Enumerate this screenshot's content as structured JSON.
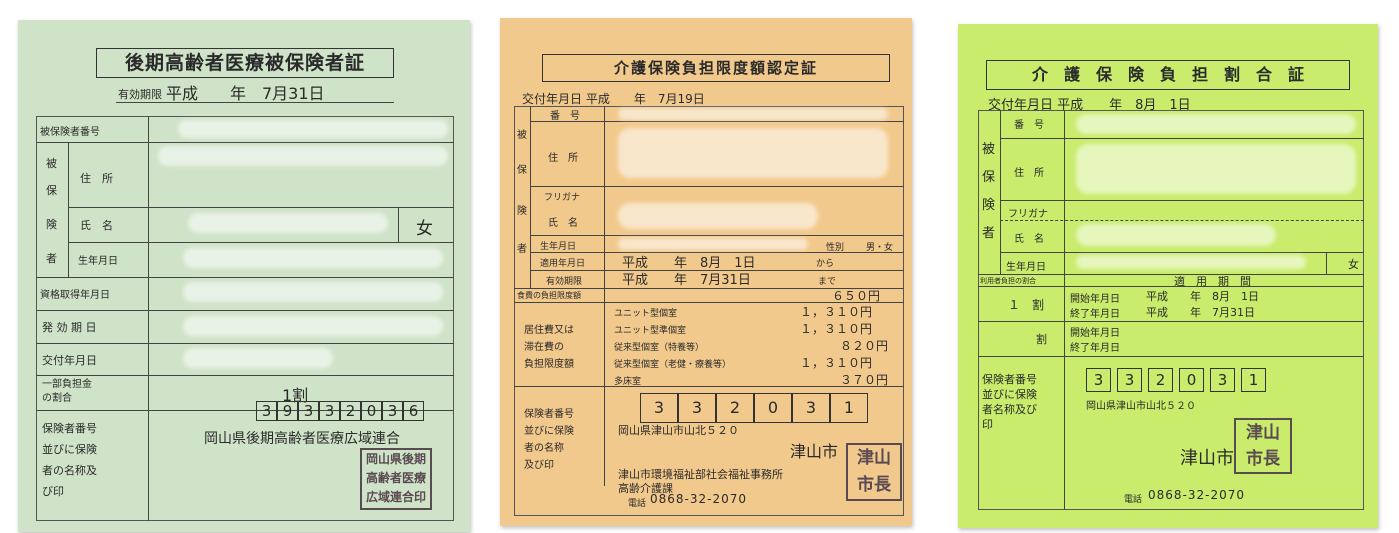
{
  "card1": {
    "title": "後期高齢者医療被保険者証",
    "expiry_label": "有効期限",
    "expiry_value": "平成　　年　7月31日",
    "rows": {
      "insured_number": "被保険者番号",
      "side": [
        "被",
        "保",
        "険",
        "者"
      ],
      "address": "住　所",
      "name": "氏　名",
      "gender": "女",
      "birth": "生年月日",
      "acquired": "資格取得年月日",
      "effective": "発 効 期 日",
      "issued": "交付年月日",
      "copay_label": "一部負担金\nの割合",
      "copay_value": "1割",
      "insurer_label": "保険者番号\n並びに保険\n者の名称及\nび印",
      "insurer_number": [
        "3",
        "9",
        "3",
        "3",
        "2",
        "0",
        "3",
        "6"
      ],
      "insurer_name": "岡山県後期高齢者医療広域連合"
    },
    "seal": "岡山県後期\n高齢者医療\n広域連合印"
  },
  "card2": {
    "title": "介護保険負担限度額認定証",
    "issue_date": "交付年月日 平成　　年　7月19日",
    "side": [
      "被",
      "保",
      "険",
      "者"
    ],
    "number": "番　号",
    "address": "住　所",
    "furigana": "フリガナ",
    "name": "氏　名",
    "birth": "生年月日",
    "gender_label": "性別",
    "gender_value": "男・女",
    "apply_label": "適用年月日",
    "apply_value": "平成　　年　8月　1日",
    "apply_suffix": "から",
    "valid_label": "有効期限",
    "valid_value": "平成　　年　7月31日",
    "valid_suffix": "まで",
    "food_label": "食費の負担限度額",
    "food_value": "６５０円",
    "stay_label": "居住費又は\n滞在費の\n負担限度額",
    "stay_rows": [
      {
        "label": "ユニット型個室",
        "value": "１，３１０円"
      },
      {
        "label": "ユニット型準個室",
        "value": "１，３１０円"
      },
      {
        "label": "従来型個室（特養等）",
        "value": "８２０円"
      },
      {
        "label": "従来型個室（老健・療養等）",
        "value": "１，３１０円"
      },
      {
        "label": "多床室",
        "value": "３７０円"
      }
    ],
    "insurer_label": "保険者番号\n並びに保険\n者の名称\n及び印",
    "insurer_number": [
      "3",
      "3",
      "2",
      "0",
      "3",
      "1"
    ],
    "address_line": "岡山県津山市山北５２０",
    "city": "津山市",
    "office": "津山市環境福祉部社会福祉事務所",
    "section": "高齢介護課",
    "phone_label": "電話",
    "phone": "0868-32-2070",
    "seal": "津山\n市長"
  },
  "card3": {
    "title": "介　護　保　険　負　担　割　合　証",
    "issue_date": "交付年月日 平成　　年　8月　1日",
    "side": [
      "被",
      "保",
      "険",
      "者"
    ],
    "number": "番　号",
    "address": "住　所",
    "furigana": "フリガナ",
    "name": "氏　名",
    "birth": "生年月日",
    "gender_value": "女",
    "ratio_header": "利用者負担の割合",
    "period_header": "適　用　期　間",
    "ratio_1": "１　割",
    "ratio_2": "割",
    "start_label": "開始年月日",
    "start_value": "平成　　年　8月　1日",
    "end_label": "終了年月日",
    "end_value": "平成　　年　7月31日",
    "insurer_label": "保険者番号\n並びに保険\n者名称及び\n印",
    "insurer_number": [
      "3",
      "3",
      "2",
      "0",
      "3",
      "1"
    ],
    "address_line": "岡山県津山市山北５２０",
    "city": "津山市",
    "phone_label": "電話",
    "phone": "0868-32-2070",
    "seal": "津山\n市長"
  },
  "colors": {
    "card1_bg": "#cfe3c8",
    "card2_bg": "#f2c98c",
    "card3_bg": "#c9ec6c",
    "ink": "#2a2a2a",
    "seal": "#5a4a52"
  }
}
